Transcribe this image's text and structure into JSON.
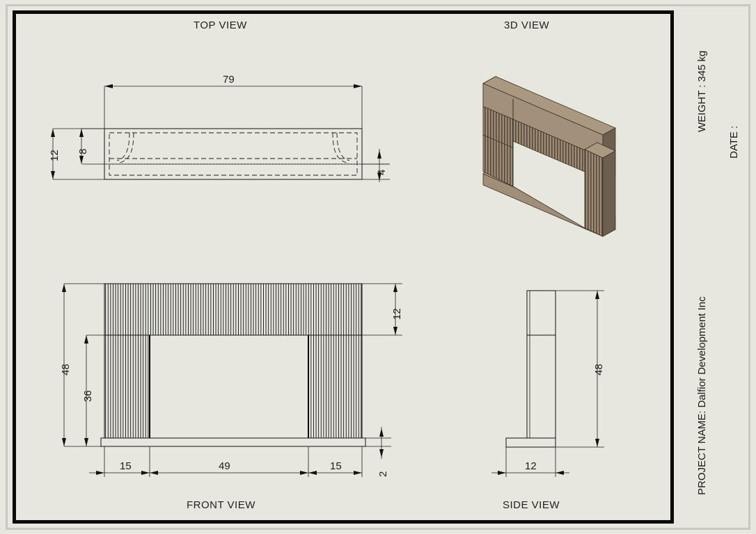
{
  "sheet": {
    "background": "#e7e7dd",
    "border_color": "#0a0a0a"
  },
  "titles": {
    "top_view": "TOP VIEW",
    "three_d_view": "3D VIEW",
    "front_view": "FRONT VIEW",
    "side_view": "SIDE VIEW"
  },
  "title_block": {
    "weight_label": "WEIGHT : 345 kg",
    "date_label": "DATE :",
    "project_label": "PROJECT NAME: Dalfior Development Inc"
  },
  "dimensions": {
    "top": {
      "length": "79",
      "depth_total": "12",
      "depth_inner": "8",
      "thickness": "4"
    },
    "front": {
      "height_total": "48",
      "height_opening": "36",
      "band_top": "12",
      "base": "2",
      "left_pier": "15",
      "opening_width": "49",
      "right_pier": "15"
    },
    "side": {
      "height": "48",
      "width": "12"
    }
  },
  "model_3d": {
    "top_face_color": "#ab9880",
    "front_face_color": "#9d8b76",
    "side_face_color": "#6d5f50",
    "flute_color": "#57493c",
    "base_color": "#b3a089"
  }
}
